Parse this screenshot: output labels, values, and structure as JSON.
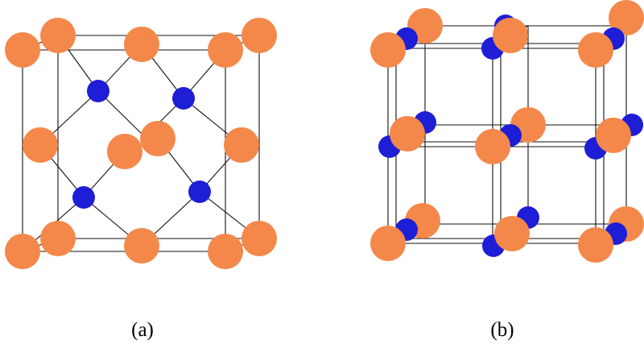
{
  "colors": {
    "large_atom": "#F4884A",
    "small_atom": "#1E1ED6",
    "bond": "#111111",
    "background": "#FFFFFF"
  },
  "panels": [
    {
      "id": "a",
      "caption": "(a)",
      "large_atoms": 14,
      "small_atoms": 4
    },
    {
      "id": "b",
      "caption": "(b)",
      "large_atoms": 14,
      "small_atoms": 13
    }
  ]
}
